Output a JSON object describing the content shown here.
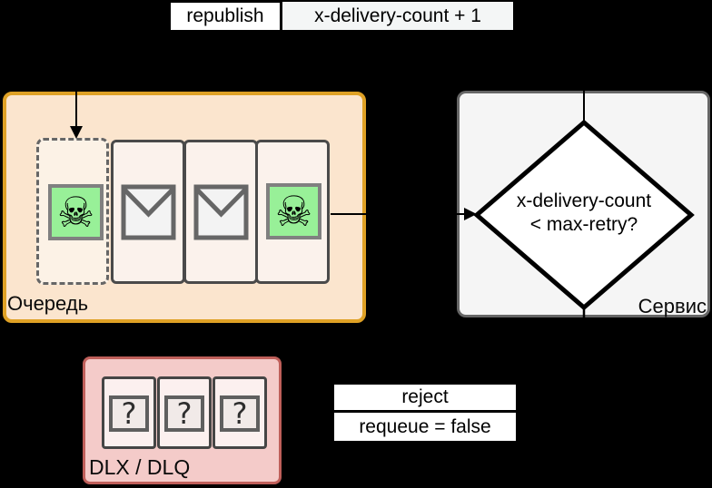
{
  "republish_edge": {
    "label_part1": "republish",
    "label_part2": "x-delivery-count + 1"
  },
  "queue": {
    "label": "Очередь",
    "skull_icon": "☠",
    "slots": [
      "skull-ghost",
      "envelope",
      "envelope",
      "skull"
    ]
  },
  "service": {
    "label": "Сервис",
    "decision_line1": "x-delivery-count",
    "decision_line2": "< max-retry?"
  },
  "dlx": {
    "label": "DLX / DLQ",
    "items": [
      "?",
      "?",
      "?"
    ]
  },
  "reject_edge": {
    "line1": "reject",
    "line2": "requeue = false"
  },
  "colors": {
    "background": "#000000",
    "queue_fill": "#FBE5CE",
    "queue_stroke": "#DFA125",
    "ghost_fill": "#FCF2E6",
    "message_fill": "#FBF2EC",
    "green_fill": "#98F098",
    "service_fill": "#F5F5F5",
    "service_stroke": "#666666",
    "diamond_fill": "#FFFFFF",
    "dlx_fill": "#F4CBC9",
    "dlx_stroke": "#BF5F5A",
    "label_bg": "#FFFFFF"
  }
}
